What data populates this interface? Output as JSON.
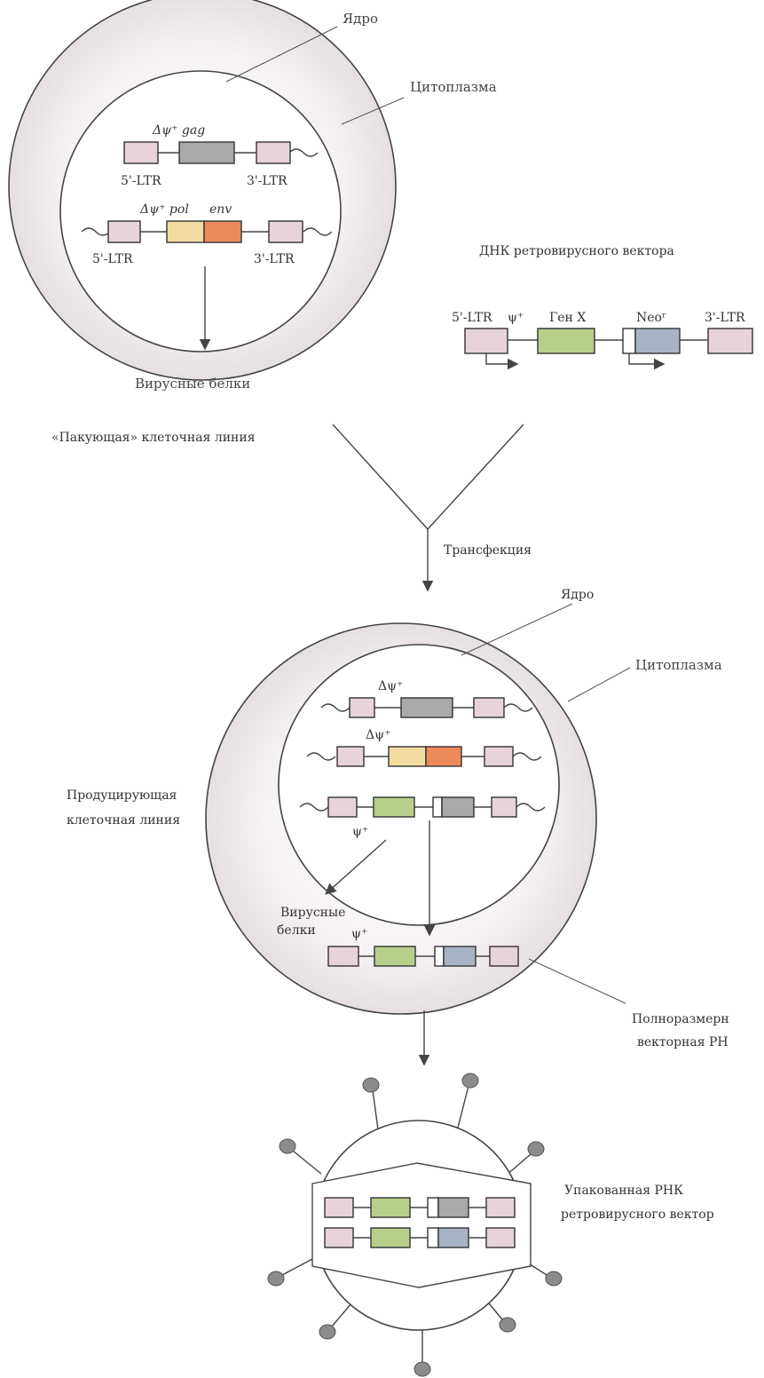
{
  "colors": {
    "ltr": "#e7d3dc",
    "gag": "#a9a9a9",
    "pol": "#f3dca0",
    "env": "#ee8a5a",
    "gene_x": "#b8cf8c",
    "neo": "#a8b4c4",
    "cytoplasm": "#efeaeb"
  },
  "top_cell": {
    "nucleus_label": "Ядро",
    "cytoplasm_label": "Цитоплазма",
    "gag_label": "Δψ⁺ gag",
    "ltr5_a": "5'-LTR",
    "ltr3_a": "3'-LTR",
    "pol_label": "Δψ⁺ pol",
    "env_label": "env",
    "ltr5_b": "5'-LTR",
    "ltr3_b": "3'-LTR",
    "proteins_label": "Вирусные белки",
    "cell_line_label": "«Пакующая» клеточная линия"
  },
  "vector": {
    "title": "ДНК ретровирусного вектора",
    "ltr5": "5'-LTR",
    "psi": "ψ⁺",
    "gene": "Ген X",
    "neo": "Neoʳ",
    "ltr3": "3'-LTR"
  },
  "transfection_label": "Трансфекция",
  "mid_cell": {
    "nucleus_label": "Ядро",
    "cytoplasm_label": "Цитоплазма",
    "dpsi_1": "Δψ⁺",
    "dpsi_2": "Δψ⁺",
    "psi": "ψ⁺",
    "producer_label_1": "Продуцирующая",
    "producer_label_2": "клеточная линия",
    "proteins_label_1": "Вирусные",
    "proteins_label_2": "белки",
    "psi_rna": "ψ⁺",
    "rna_label_1": "Полноразмерн",
    "rna_label_2": "векторная РН"
  },
  "virion": {
    "label_1": "Упакованная РНК",
    "label_2": "ретровирусного вектор"
  }
}
